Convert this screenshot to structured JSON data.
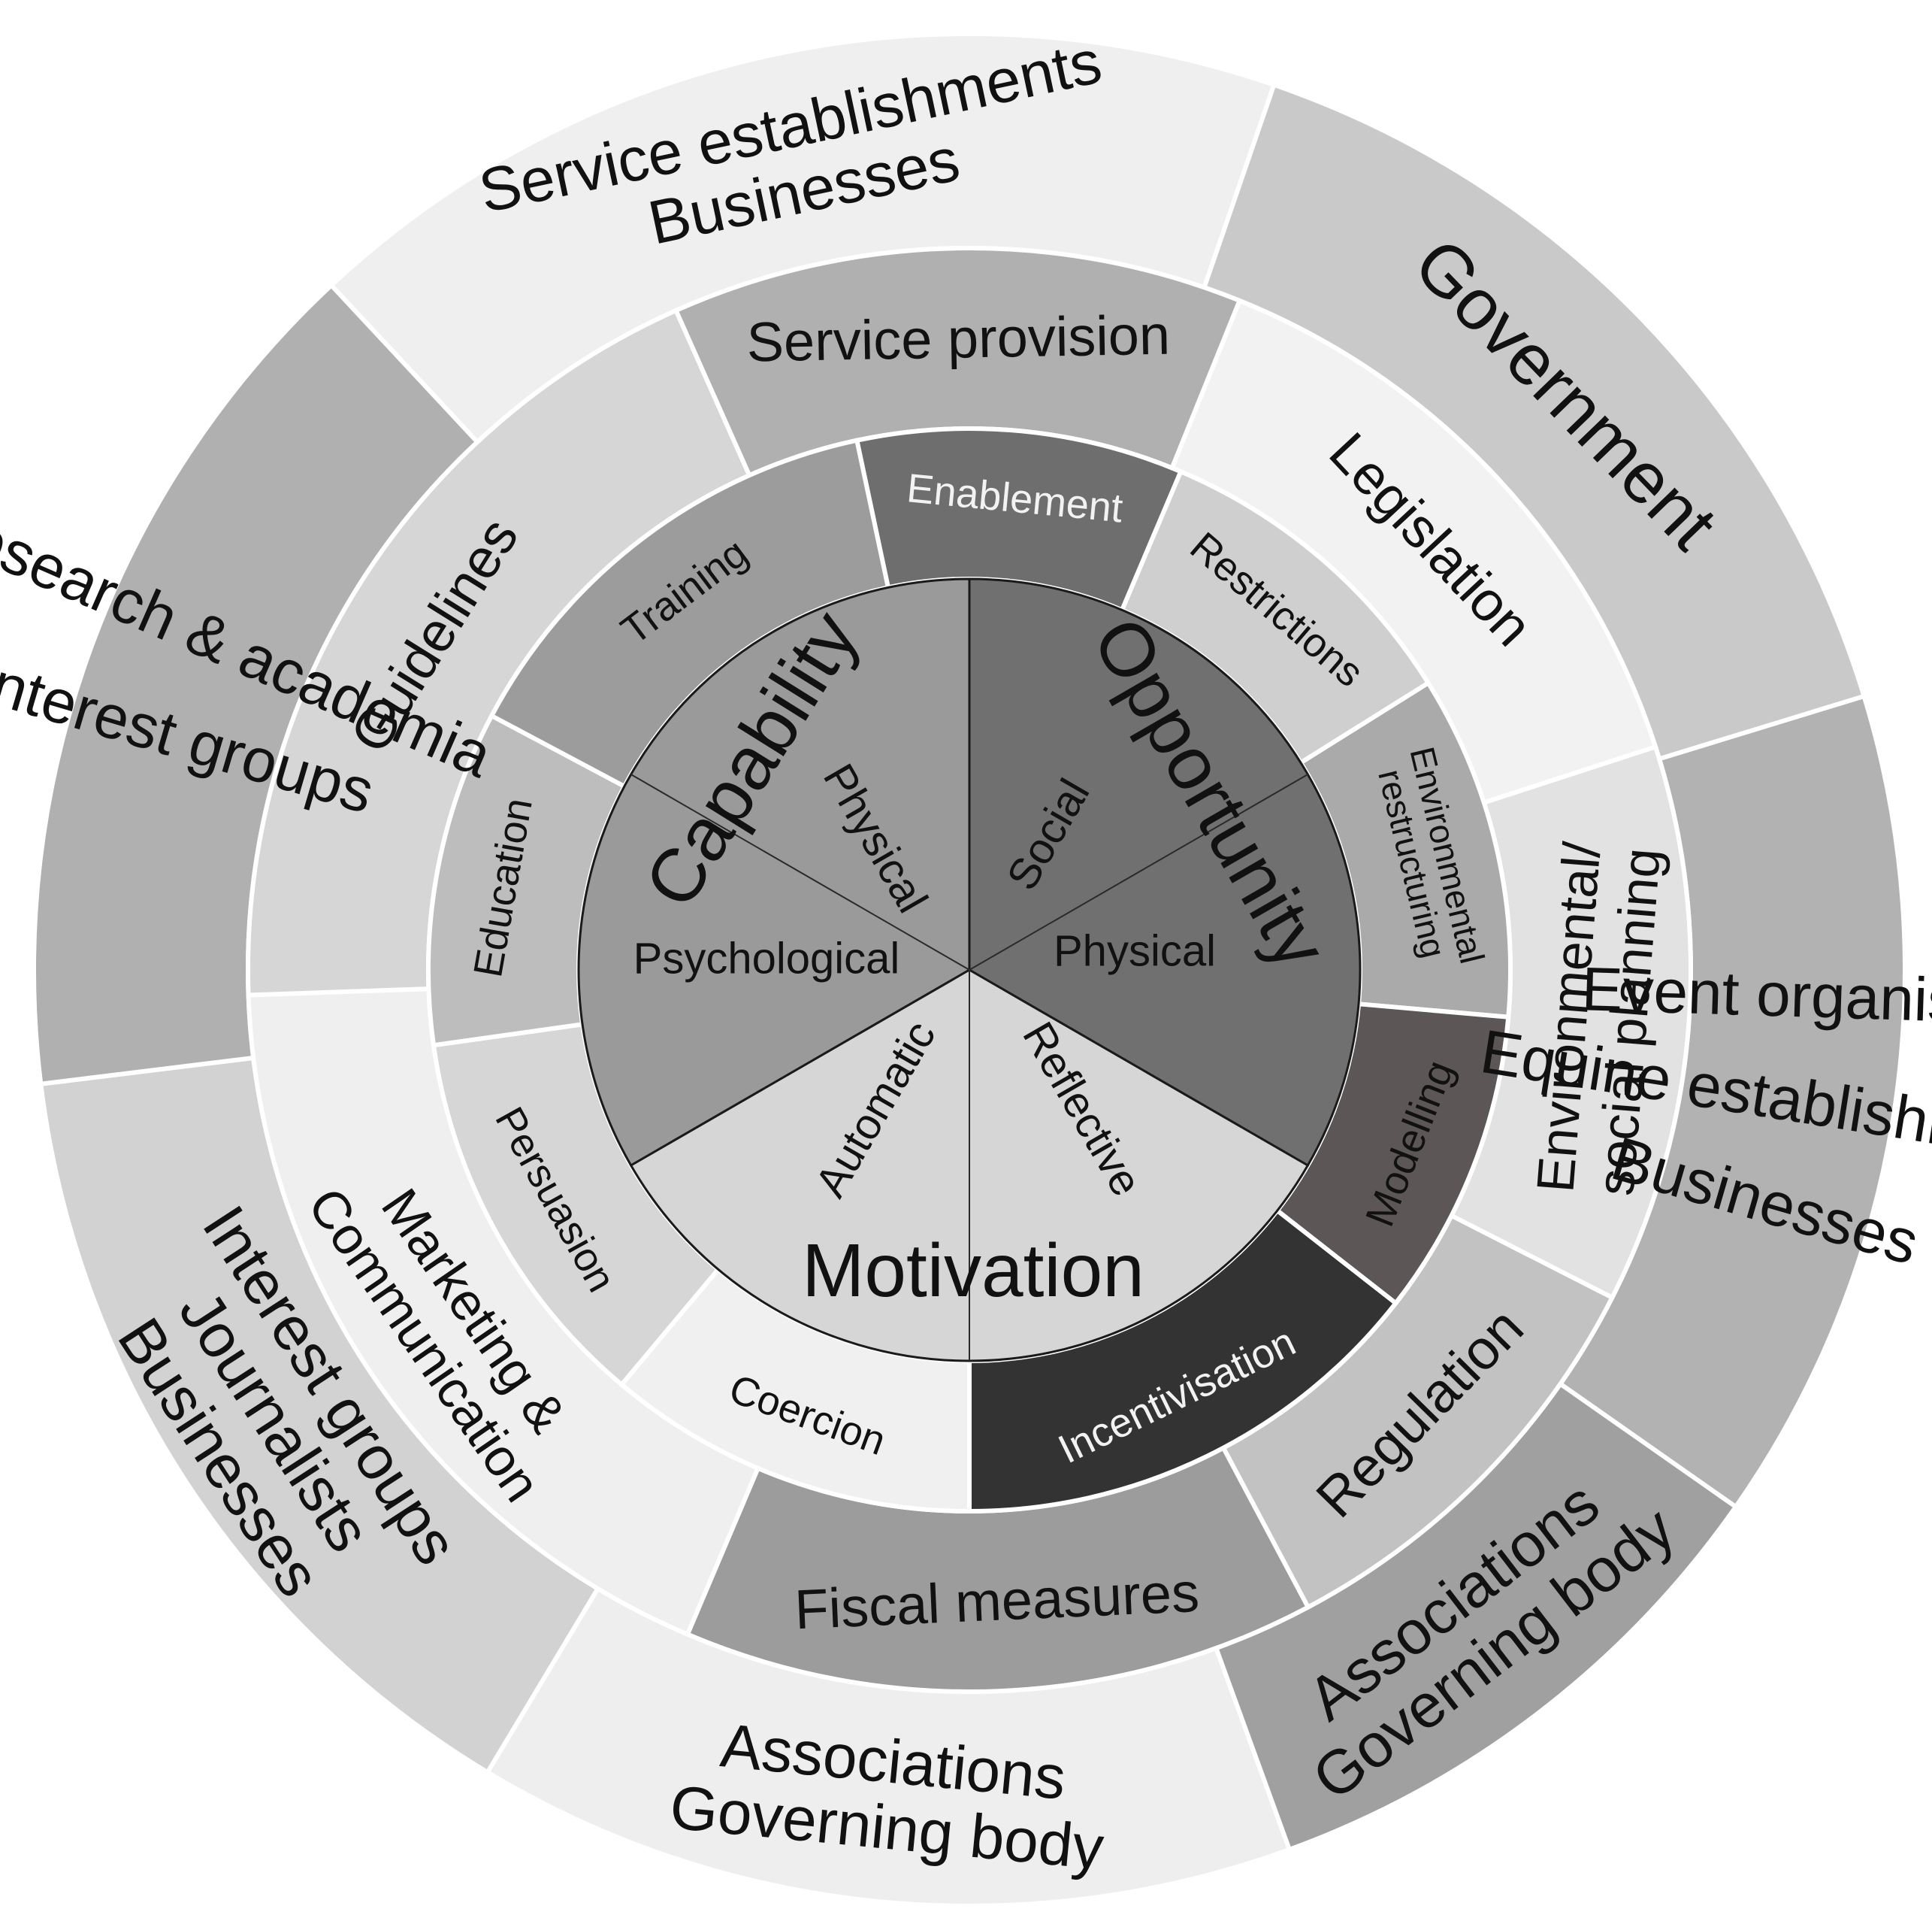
{
  "core": {
    "components": [
      {
        "label": "Capability",
        "subs": [
          "Physical",
          "Psychological"
        ],
        "color": "#9a9a9a"
      },
      {
        "label": "Opportunity",
        "subs": [
          "Social",
          "Physical"
        ],
        "color": "#707070"
      },
      {
        "label": "Motivation",
        "subs": [
          "Reflective",
          "Automatic"
        ],
        "color": "#d6d6d6"
      }
    ]
  },
  "interventions": [
    {
      "label": "Enablement",
      "color": "#6e6e6e"
    },
    {
      "label": "Restrictions",
      "color": "#cfcfcf"
    },
    {
      "label": "Environmental",
      "label2": "restructuring",
      "color": "#aaaaaa"
    },
    {
      "label": "Modelling",
      "color": "#5c5656"
    },
    {
      "label": "Incentivisation",
      "color": "#333333"
    },
    {
      "label": "Coercion",
      "color": "#f0f0f0"
    },
    {
      "label": "Persuasion",
      "color": "#d6d6d6"
    },
    {
      "label": "Education",
      "color": "#bdbdbd"
    },
    {
      "label": "Training",
      "color": "#9c9c9c"
    }
  ],
  "policies": [
    {
      "label": "Service provision",
      "color": "#b0b0b0"
    },
    {
      "label": "Legislation",
      "color": "#f2f2f2"
    },
    {
      "label": "Environmental/",
      "label2": "social planning",
      "color": "#e2e2e2"
    },
    {
      "label": "Regulation",
      "color": "#c2c2c2"
    },
    {
      "label": "Fiscal measures",
      "color": "#9c9c9c"
    },
    {
      "label": "Marketing &",
      "label2": "Communication",
      "color": "#efefef"
    },
    {
      "label": "Guidelines",
      "color": "#d6d6d6"
    }
  ],
  "stakeholders": [
    {
      "lines": [
        "Service establishments",
        "Businesses"
      ],
      "color": "#efefef"
    },
    {
      "lines": [
        "Government"
      ],
      "color": "#c9c9c9"
    },
    {
      "lines": [
        "Event organiser",
        "Equine establishments",
        "Businesses"
      ],
      "color": "#b2b2b2"
    },
    {
      "lines": [
        "Associations",
        "Governing body"
      ],
      "color": "#a0a0a0"
    },
    {
      "lines": [
        "Associations",
        "Governing body"
      ],
      "color": "#eeeeee"
    },
    {
      "lines": [
        "Interest groups",
        "Journalists",
        "Businesses"
      ],
      "color": "#d2d2d2"
    },
    {
      "lines": [
        "Research & academia",
        "Interest groups"
      ],
      "color": "#b0b0b0"
    }
  ]
}
